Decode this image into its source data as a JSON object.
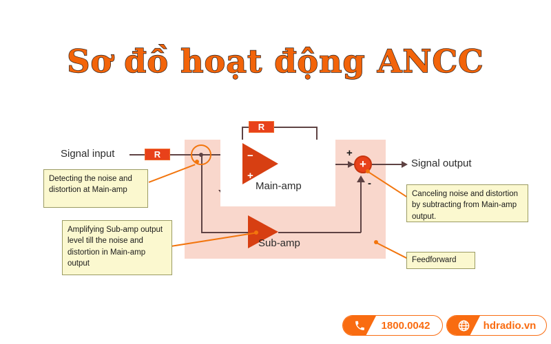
{
  "title": "Sơ đồ hoạt động ANCC",
  "diagram": {
    "input_label": "Signal input",
    "output_label": "Signal output",
    "resistor_feedback_label": "R",
    "resistor_input_label": "R",
    "main_amp_label": "Main-amp",
    "sub_amp_label": "Sub-amp",
    "main_amp_minus": "−",
    "main_amp_plus": "+",
    "sum_node_symbol": "+",
    "sum_plus_sign": "+",
    "sum_minus_sign": "-"
  },
  "callouts": [
    {
      "id": "detect",
      "text": "Detecting the noise and distortion at Main-amp"
    },
    {
      "id": "amplify",
      "text": "Amplifying  Sub-amp output level till the noise and distortion in Main-amp  output"
    },
    {
      "id": "cancel",
      "text": "Canceling noise and distortion by subtracting from Main-amp  output."
    },
    {
      "id": "feedforward",
      "text": "Feedforward"
    }
  ],
  "footer": {
    "phone_badge": {
      "icon": "phone-icon",
      "label": "1800.0042"
    },
    "web_badge": {
      "icon": "globe-icon",
      "label": "hdradio.vn"
    }
  },
  "colors": {
    "title_fill": "#F2640A",
    "title_stroke": "#231f20",
    "accent_orange": "#F96C11",
    "amp_red": "#D73F12",
    "wire": "#5E4243",
    "region_pink": "#F9D7CC",
    "callout_bg": "#FBF8CF"
  }
}
